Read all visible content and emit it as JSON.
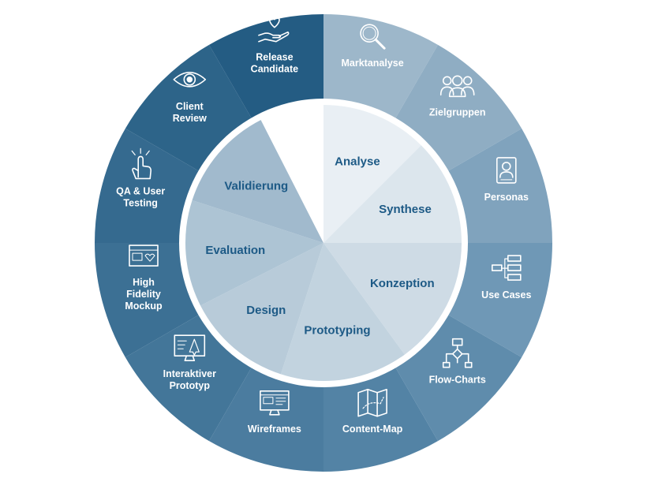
{
  "diagram": {
    "outer_segments": [
      {
        "id": "marktanalyse",
        "lines": [
          "Marktanalyse"
        ],
        "icon": "magnifier-icon",
        "color": "#9db7ca"
      },
      {
        "id": "zielgruppen",
        "lines": [
          "Zielgruppen"
        ],
        "icon": "user-group-icon",
        "color": "#8fadc3"
      },
      {
        "id": "personas",
        "lines": [
          "Personas"
        ],
        "icon": "persona-card-icon",
        "color": "#80a3bd"
      },
      {
        "id": "use-cases",
        "lines": [
          "Use Cases"
        ],
        "icon": "use-case-diagram-icon",
        "color": "#6f98b6"
      },
      {
        "id": "flow-charts",
        "lines": [
          "Flow-Charts"
        ],
        "icon": "flowchart-icon",
        "color": "#5f8cac"
      },
      {
        "id": "content-map",
        "lines": [
          "Content-Map"
        ],
        "icon": "map-icon",
        "color": "#5383a5"
      },
      {
        "id": "wireframes",
        "lines": [
          "Wireframes"
        ],
        "icon": "wireframe-screen-icon",
        "color": "#4b7c9f"
      },
      {
        "id": "interaktiver-prototyp",
        "lines": [
          "Interaktiver",
          "Prototyp"
        ],
        "icon": "prototype-screen-icon",
        "color": "#437699"
      },
      {
        "id": "high-fidelity-mockup",
        "lines": [
          "High",
          "Fidelity",
          "Mockup"
        ],
        "icon": "mockup-window-icon",
        "color": "#3c7094"
      },
      {
        "id": "qa-user-testing",
        "lines": [
          "QA & User",
          "Testing"
        ],
        "icon": "tap-hand-icon",
        "color": "#356a8f"
      },
      {
        "id": "client-review",
        "lines": [
          "Client",
          "Review"
        ],
        "icon": "eye-icon",
        "color": "#2d6489"
      },
      {
        "id": "release-candidate",
        "lines": [
          "Release",
          "Candidate"
        ],
        "icon": "heart-hand-icon",
        "color": "#245c83"
      }
    ],
    "inner_segments": [
      {
        "id": "analyse",
        "label": "Analyse",
        "color": "#e9eff4"
      },
      {
        "id": "synthese",
        "label": "Synthese",
        "color": "#dce6ed"
      },
      {
        "id": "konzeption",
        "label": "Konzeption",
        "color": "#cedbe5"
      },
      {
        "id": "prototyping",
        "label": "Prototyping",
        "color": "#c2d3df"
      },
      {
        "id": "design",
        "label": "Design",
        "color": "#b8cbd9"
      },
      {
        "id": "evaluation",
        "label": "Evaluation",
        "color": "#adc4d4"
      },
      {
        "id": "validierung",
        "label": "Validierung",
        "color": "#a1bacd"
      }
    ],
    "inner_text_color": "#1d5a86",
    "outer_text_color": "#ffffff",
    "ring_gap_color": "#ffffff"
  }
}
